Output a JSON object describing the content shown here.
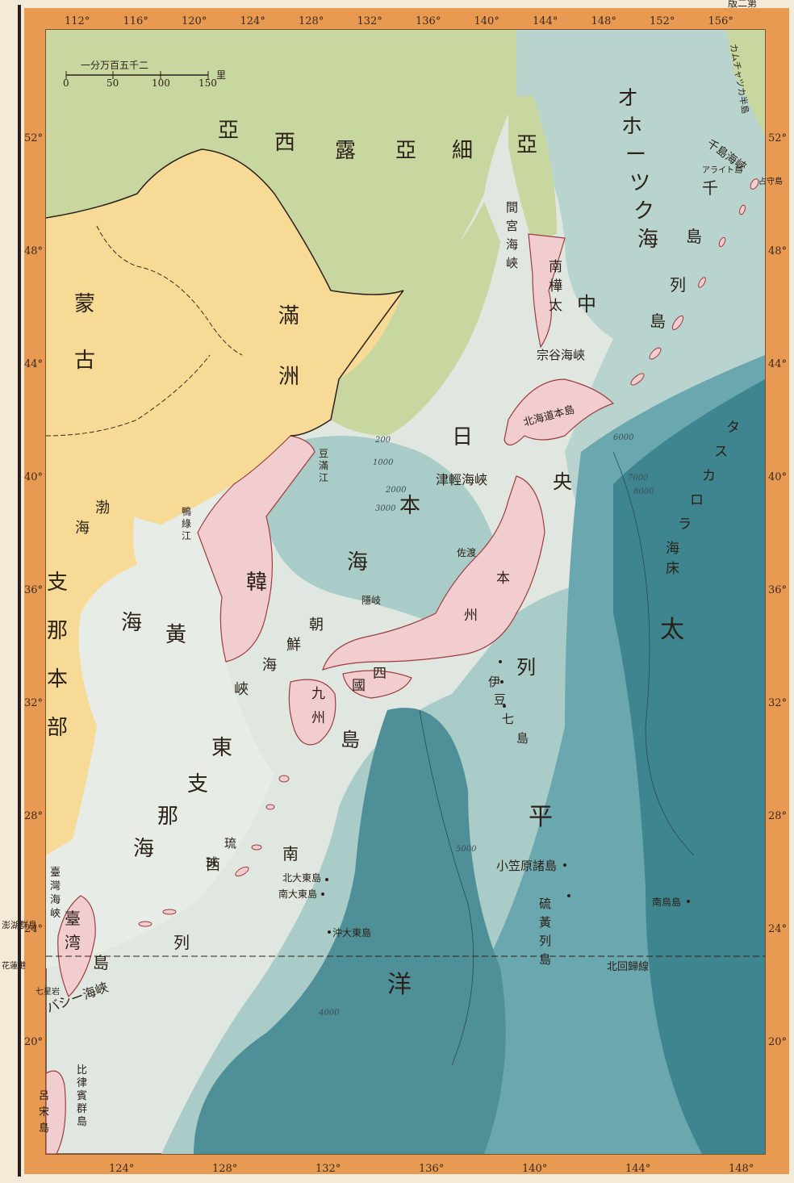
{
  "map": {
    "corner_label": "版二第",
    "scale": {
      "title": "一分万百五千二",
      "ticks": [
        "0",
        "50",
        "100",
        "150"
      ],
      "unit": "里"
    },
    "longitudes_top": [
      "112°",
      "116°",
      "120°",
      "124°",
      "128°",
      "132°",
      "136°",
      "140°",
      "144°",
      "148°",
      "152°",
      "156°"
    ],
    "longitudes_bottom": [
      "124°",
      "128°",
      "132°",
      "136°",
      "140°",
      "144°",
      "148°"
    ],
    "latitudes_left": [
      "52°",
      "48°",
      "44°",
      "40°",
      "36°",
      "32°",
      "28°",
      "24°",
      "20°"
    ],
    "latitudes_right": [
      "52°",
      "48°",
      "44°",
      "40°",
      "36°",
      "32°",
      "28°",
      "24°",
      "20°"
    ],
    "regions": {
      "siberia": [
        "亞",
        "西",
        "露",
        "亞",
        "細"
      ],
      "sakhalin_top": "亞",
      "manchuria": [
        "滿",
        "洲"
      ],
      "mongolia": [
        "蒙",
        "古"
      ],
      "china": [
        "支",
        "那",
        "本",
        "部"
      ],
      "korea": "韓",
      "karafuto": [
        "南",
        "樺",
        "太"
      ],
      "honshu": [
        "本",
        "州"
      ],
      "shikoku": [
        "四",
        "國"
      ],
      "kyushu": [
        "九",
        "州"
      ],
      "hokkaido": "北海道本島",
      "taiwan": [
        "臺",
        "湾"
      ],
      "luzon": [
        "呂",
        "宋",
        "島"
      ],
      "philippines": [
        "比",
        "律",
        "賓",
        "群",
        "島"
      ],
      "kamchatka": "カムチャツカ半島"
    },
    "seas": {
      "okhotsk": [
        "オ",
        "ホ",
        "ー",
        "ツ",
        "ク",
        "海"
      ],
      "japan_sea": [
        "日",
        "本",
        "海"
      ],
      "bohai": [
        "渤",
        "海"
      ],
      "yellow_sea": [
        "黃",
        "海"
      ],
      "east_china_sea": [
        "東",
        "支",
        "那",
        "海"
      ],
      "pacific": [
        "太",
        "平",
        "洋"
      ],
      "central": [
        "中",
        "央",
        "列",
        "島"
      ]
    },
    "features": {
      "mamiya": [
        "間",
        "宮",
        "海",
        "峽"
      ],
      "soya": "宗谷海峽",
      "tsugaru": "津輕海峽",
      "chosen_strait": [
        "朝",
        "鮮",
        "海",
        "峽"
      ],
      "taiwan_strait": [
        "臺",
        "灣",
        "海",
        "峽"
      ],
      "bashi": "バシー海峽",
      "chishima": [
        "千",
        "島",
        "列",
        "島"
      ],
      "chishima_strait": "千島海峽",
      "nansei": [
        "南",
        "西",
        "列",
        "島"
      ],
      "ryukyu": [
        "琉",
        "球"
      ],
      "izu": [
        "伊",
        "豆",
        "七",
        "島"
      ],
      "ogasawara": "小笠原諸島",
      "iwo": [
        "硫",
        "黃",
        "列",
        "島"
      ],
      "tuscarora": [
        "タ",
        "ス",
        "カ",
        "ロ",
        "ラ",
        "海",
        "床"
      ],
      "sado": "佐渡",
      "oki": "隱岐",
      "araito": "アライト島",
      "shimushu": "占守島",
      "kita_daito": "北大東島",
      "minami_daito": "南大東島",
      "oki_daito": "沖大東島",
      "minamitori": "南鳥島",
      "pescadores": "澎湖群島",
      "karenko": "花蓮港",
      "shichisei": "七星岩",
      "yalu": [
        "鴨",
        "綠",
        "江"
      ],
      "tumen": [
        "豆",
        "滿",
        "江"
      ],
      "tropic": "北回歸線"
    },
    "depths": [
      "200",
      "1000",
      "2000",
      "3000",
      "4000",
      "5000",
      "6000",
      "7000",
      "8000"
    ],
    "colors": {
      "border": "#e89a52",
      "land_yellow": "#f6da95",
      "land_green": "#c8d6a0",
      "korea_japan": "#f2cdcf",
      "shallow": "#dfe7e0",
      "mid": "#a9ccc8",
      "deep": "#6ba7ae",
      "deepest": "#3f858f"
    }
  }
}
